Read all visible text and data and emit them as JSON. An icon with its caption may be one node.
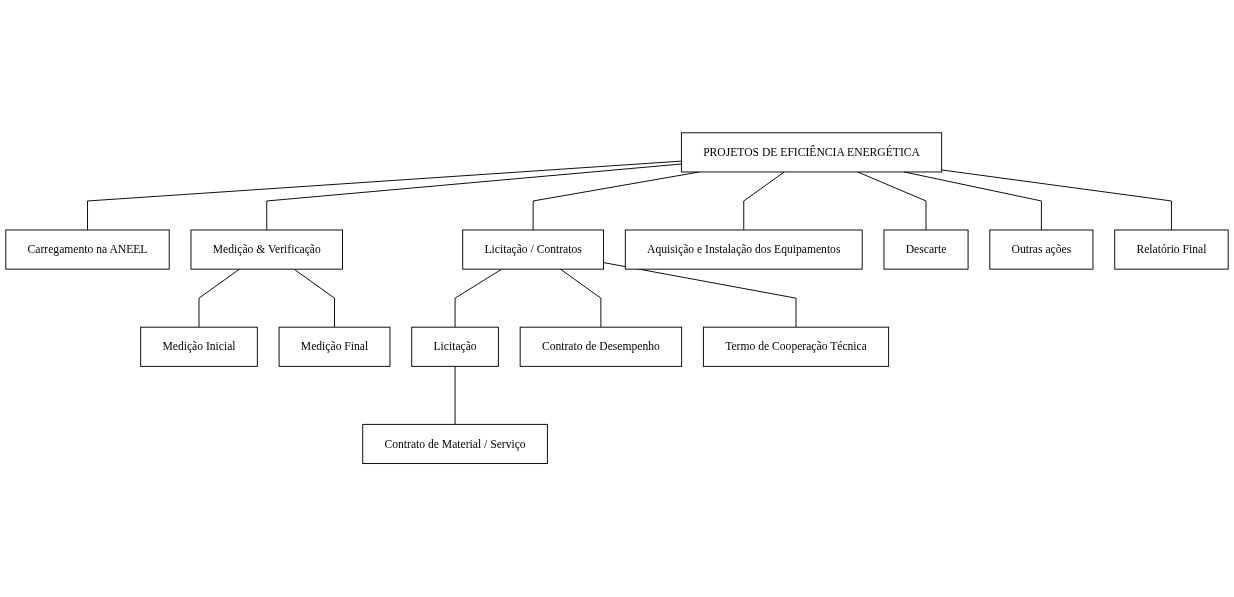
{
  "diagram": {
    "nodes": [
      {
        "text": [
          "PROJETOS DE EFICIÊNCIA ENERGÉTICA"
        ]
      },
      {
        "text": [
          "Carregamento na ANEEL"
        ]
      },
      {
        "text": [
          "Medição & Verificação"
        ]
      },
      {
        "text": [
          "Licitação / Contratos"
        ]
      },
      {
        "text": [
          "Aquisição e Instalação dos Equipamentos"
        ]
      },
      {
        "text": [
          "Descarte"
        ]
      },
      {
        "text": [
          "Outras ações"
        ]
      },
      {
        "text": [
          "Relatório Final"
        ]
      },
      {
        "text": [
          "Medição Inicial"
        ]
      },
      {
        "text": [
          "Medição Final"
        ]
      },
      {
        "text": [
          "Licitação"
        ]
      },
      {
        "text": [
          "Contrato de Material / Serviço"
        ]
      },
      {
        "text": [
          "Contrato de Desempenho"
        ]
      },
      {
        "text": [
          "Termo de Cooperação Técnica"
        ]
      }
    ],
    "edges": [
      {
        "from": 0,
        "to": 1,
        "arrow": "none"
      },
      {
        "from": 0,
        "to": 2,
        "arrow": "none"
      },
      {
        "from": 0,
        "to": 3,
        "arrow": "none"
      },
      {
        "from": 0,
        "to": 4,
        "arrow": "none"
      },
      {
        "from": 0,
        "to": 5,
        "arrow": "none"
      },
      {
        "from": 0,
        "to": 6,
        "arrow": "none"
      },
      {
        "from": 0,
        "to": 7,
        "arrow": "none"
      },
      {
        "from": 2,
        "to": 8,
        "arrow": "none"
      },
      {
        "from": 2,
        "to": 9,
        "arrow": "none"
      },
      {
        "from": 3,
        "to": 10,
        "arrow": "none"
      },
      {
        "from": 10,
        "to": 11,
        "arrow": "none"
      },
      {
        "from": 3,
        "to": 12,
        "arrow": "none"
      },
      {
        "from": 3,
        "to": 13,
        "arrow": "none"
      }
    ]
  }
}
